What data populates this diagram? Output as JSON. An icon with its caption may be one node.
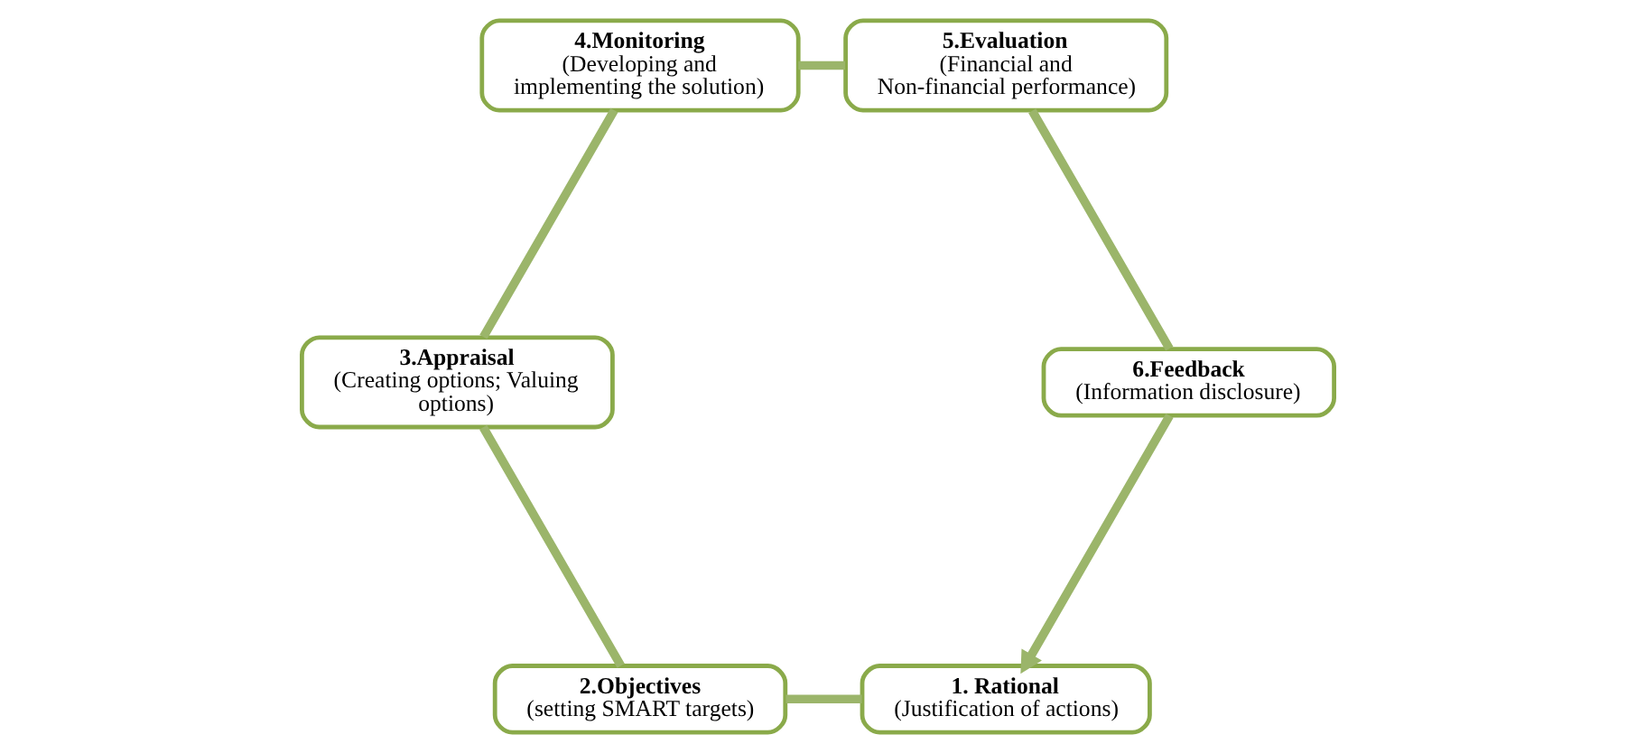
{
  "diagram": {
    "nodes": [
      {
        "text": [
          "1. Rational",
          "(Justification of actions)"
        ]
      },
      {
        "text": [
          "2.Objectives",
          "(setting SMART targets)"
        ]
      },
      {
        "text": [
          "3.Appraisal",
          "(Creating options; Valuing options)"
        ]
      },
      {
        "text": [
          "4.Monitoring",
          "(Developing and implementing the solution)"
        ]
      },
      {
        "text": [
          "5.Evaluation",
          "(Financial and Non-financial performance)"
        ]
      },
      {
        "text": [
          "6.Feedback",
          "(Information disclosure)"
        ]
      }
    ],
    "edges": [
      {
        "from": 0,
        "to": 1,
        "arrow": "none"
      },
      {
        "from": 1,
        "to": 2,
        "arrow": "none"
      },
      {
        "from": 2,
        "to": 3,
        "arrow": "none"
      },
      {
        "from": 3,
        "to": 4,
        "arrow": "none"
      },
      {
        "from": 4,
        "to": 5,
        "arrow": "none"
      },
      {
        "from": 5,
        "to": 0,
        "arrow": "to"
      }
    ]
  }
}
